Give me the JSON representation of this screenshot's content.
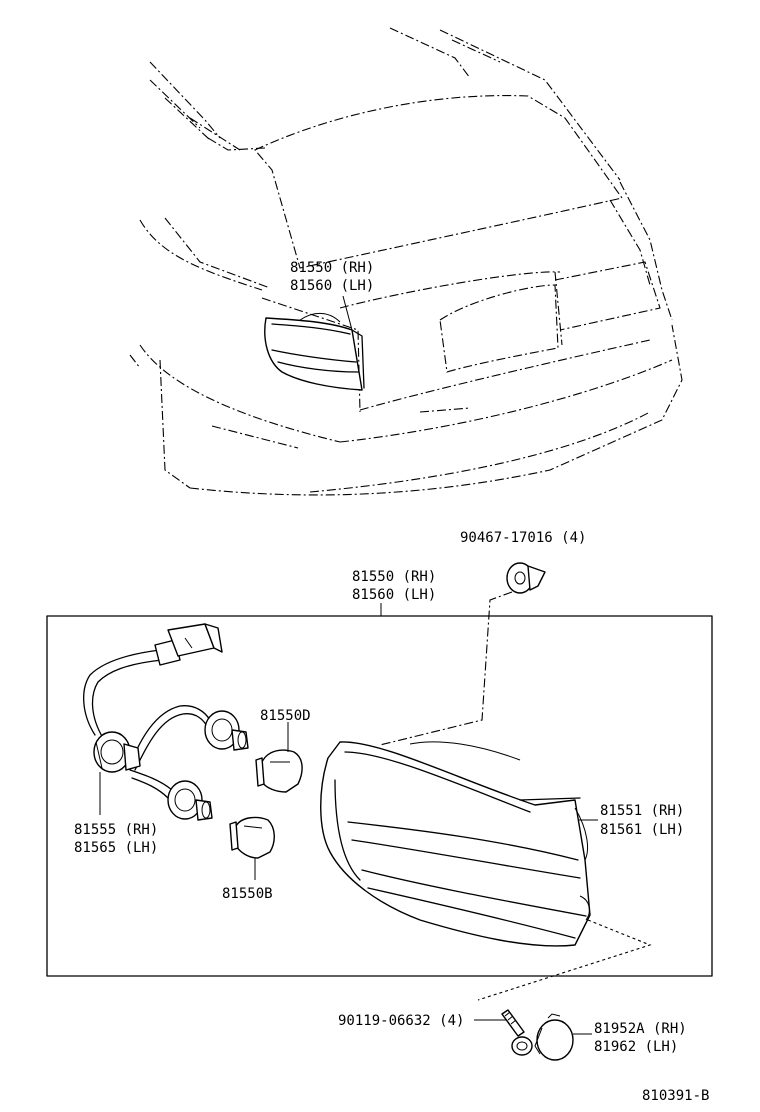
{
  "labels": {
    "top_assy_rh": "81550 (RH)",
    "top_assy_lh": "81560 (LH)",
    "nut_part": "90467-17016 (4)",
    "box_assy_rh": "81550 (RH)",
    "box_assy_lh": "81560 (LH)",
    "bulb_d": "81550D",
    "socket_rh": "81555 (RH)",
    "socket_lh": "81565 (LH)",
    "bulb_b": "81550B",
    "lens_rh": "81551 (RH)",
    "lens_lh": "81561 (LH)",
    "screw_part": "90119-06632 (4)",
    "cover_rh": "81952A (RH)",
    "cover_lh": "81962  (LH)",
    "figure_code": "810391-B"
  }
}
